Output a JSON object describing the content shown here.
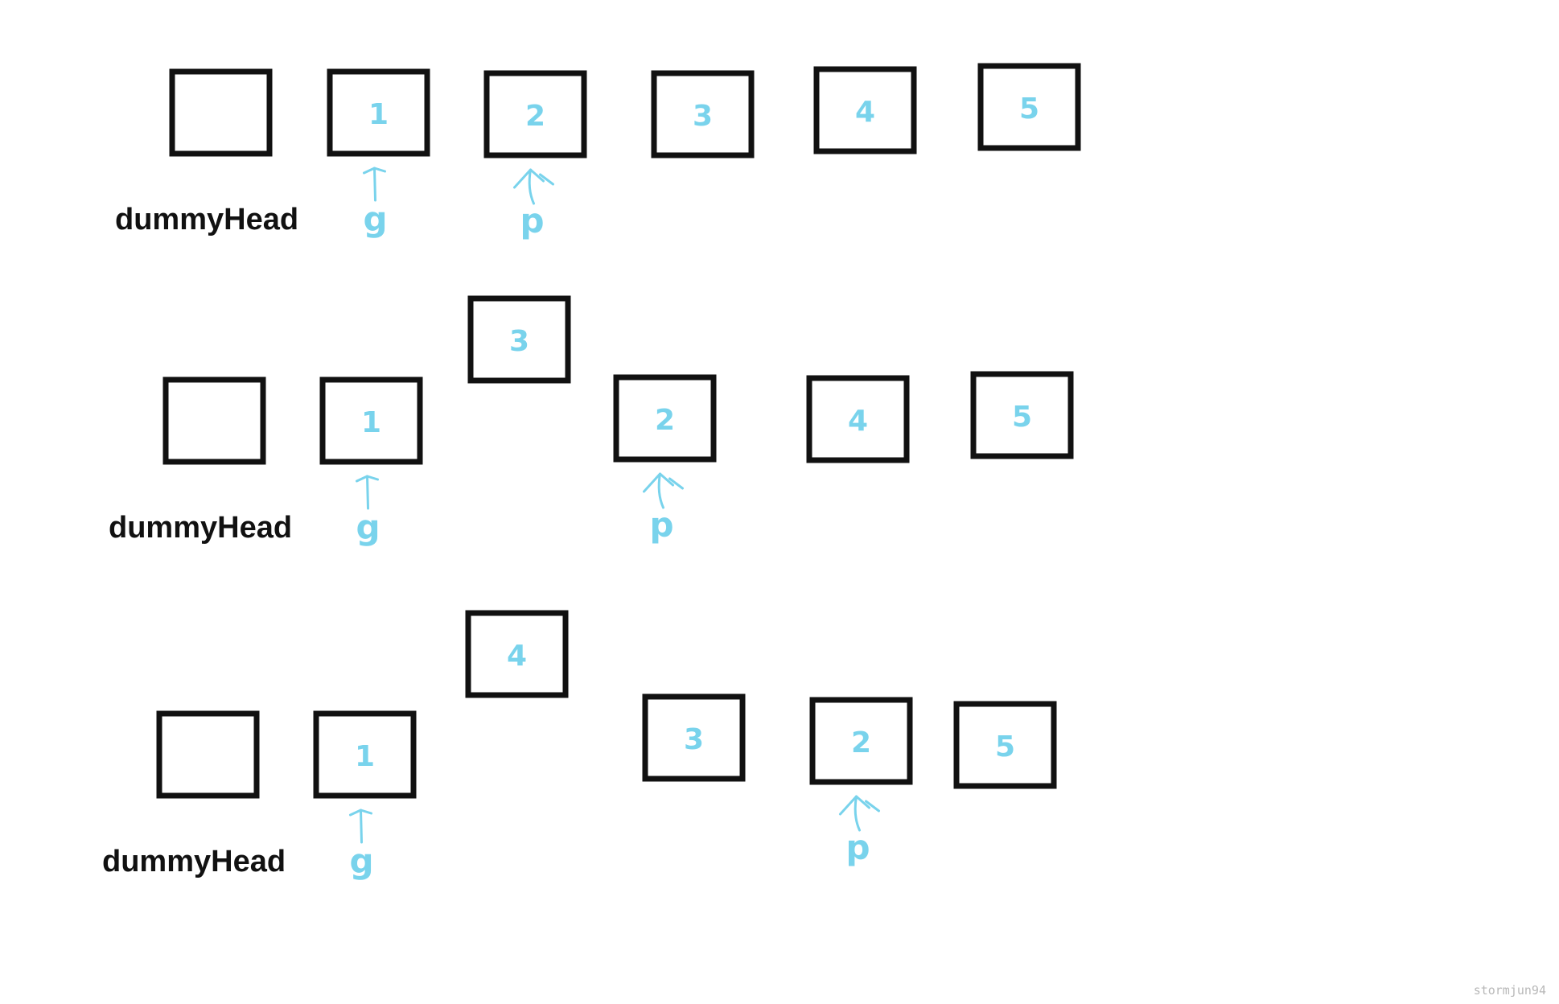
{
  "colors": {
    "box_stroke": "#111111",
    "value": "#79d3ec",
    "label": "#111111"
  },
  "dummy_label": "dummyHead",
  "pointer_labels": {
    "g": "g",
    "p": "p"
  },
  "watermark": "stormjun94",
  "stages": [
    {
      "nodes": [
        {
          "value": "",
          "role": "dummy"
        },
        {
          "value": "1",
          "pointer": "g"
        },
        {
          "value": "2",
          "pointer": "p"
        },
        {
          "value": "3"
        },
        {
          "value": "4"
        },
        {
          "value": "5"
        }
      ]
    },
    {
      "nodes": [
        {
          "value": "",
          "role": "dummy"
        },
        {
          "value": "1",
          "pointer": "g"
        },
        {
          "value": "3",
          "raised": true
        },
        {
          "value": "2",
          "pointer": "p"
        },
        {
          "value": "4"
        },
        {
          "value": "5"
        }
      ]
    },
    {
      "nodes": [
        {
          "value": "",
          "role": "dummy"
        },
        {
          "value": "1",
          "pointer": "g"
        },
        {
          "value": "4",
          "raised": true
        },
        {
          "value": "3"
        },
        {
          "value": "2",
          "pointer": "p"
        },
        {
          "value": "5"
        }
      ]
    }
  ]
}
